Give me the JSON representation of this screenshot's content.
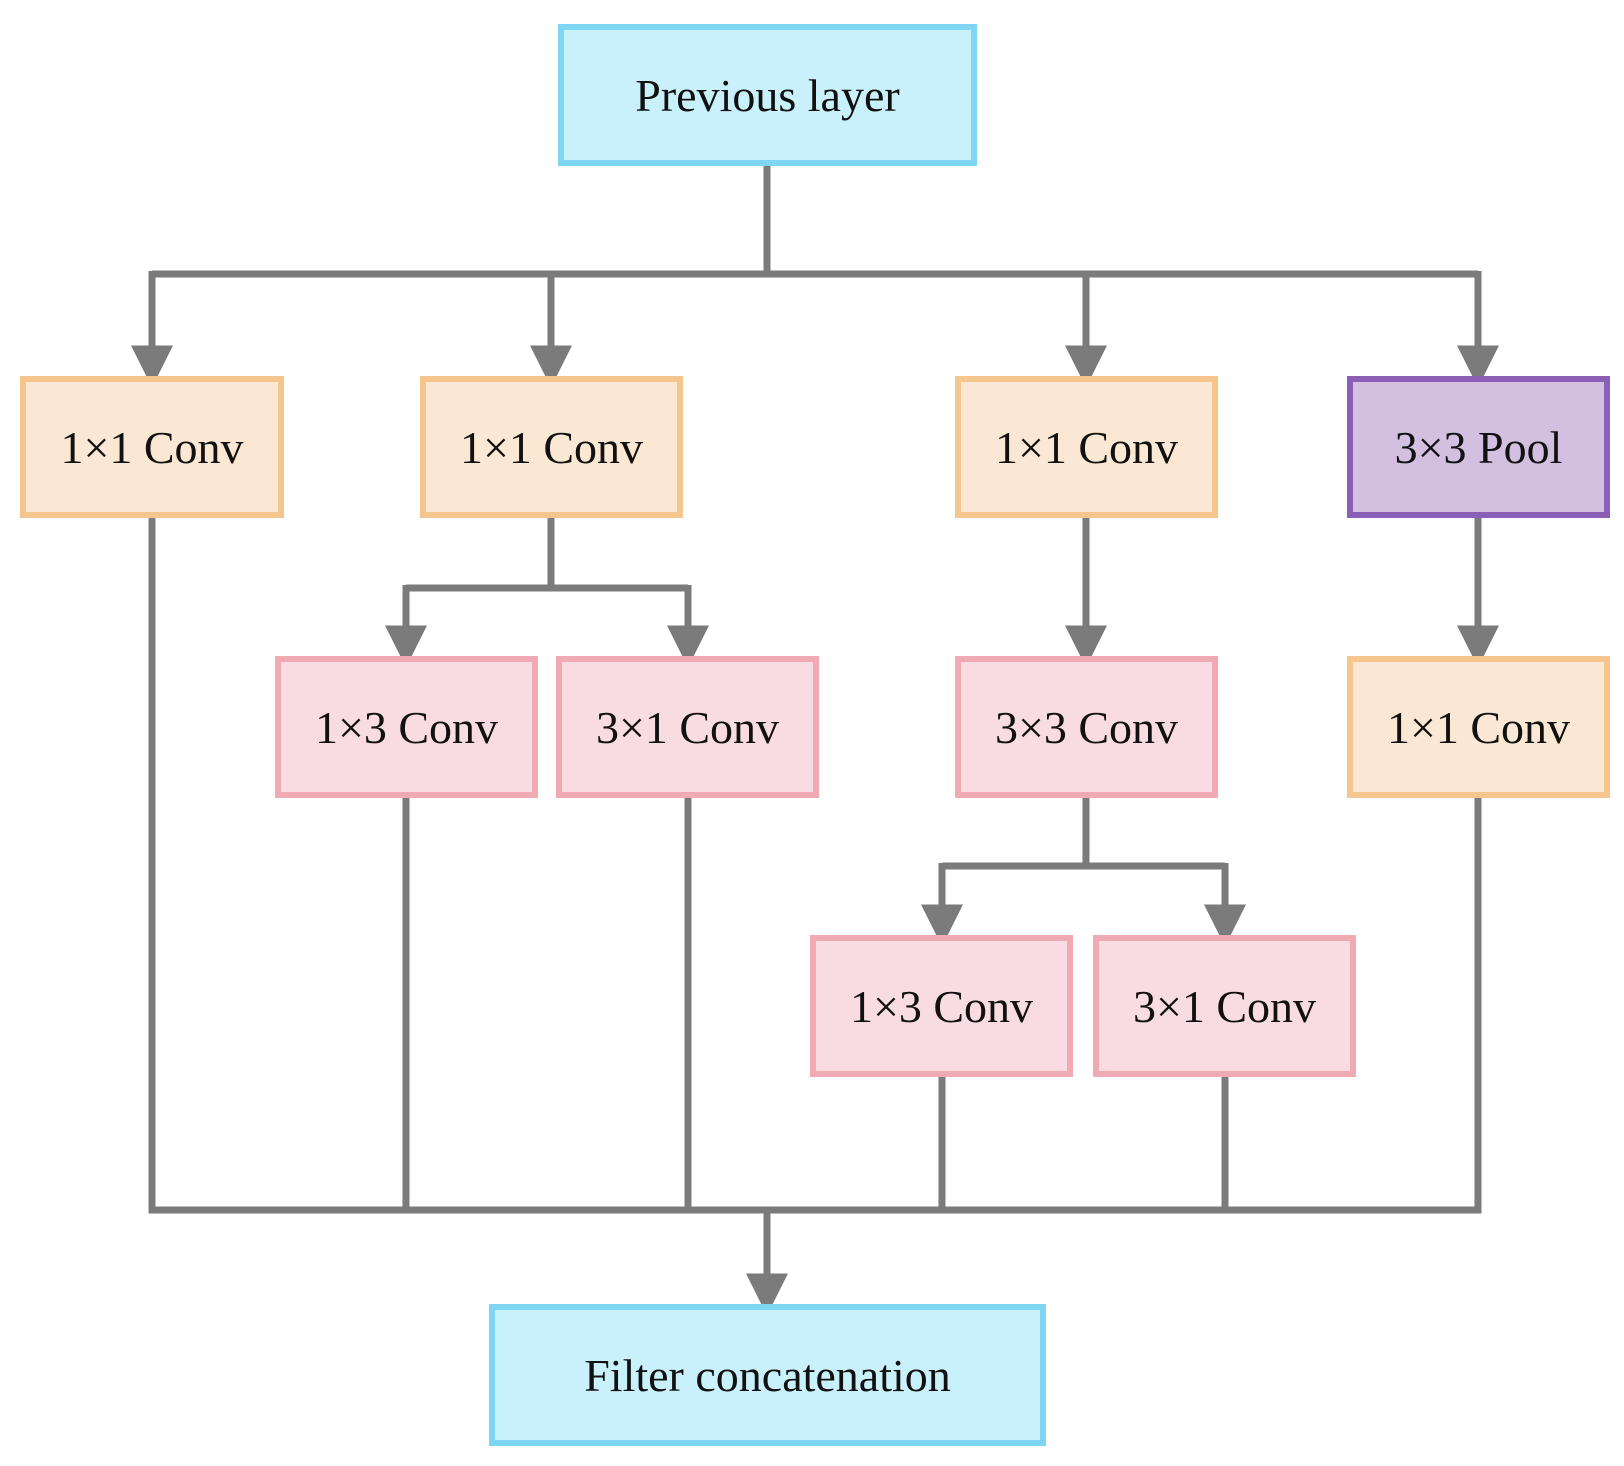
{
  "colors": {
    "io_fill": "#c9f1fb",
    "io_border": "#7fd6f2",
    "conv1x1_fill": "#fbe8d4",
    "conv1x1_border": "#f6c58d",
    "conv_fill": "#f8dce1",
    "conv_border": "#f0aab4",
    "pool_fill": "#d3bfe0",
    "pool_border": "#8b5fb5",
    "connector": "#7b7b7b"
  },
  "nodes": {
    "input": "Previous layer",
    "branch1_conv": "1×1 Conv",
    "branch2_conv": "1×1 Conv",
    "branch2_conv_1x3": "1×3 Conv",
    "branch2_conv_3x1": "3×1 Conv",
    "branch3_conv": "1×1 Conv",
    "branch3_conv_3x3": "3×3 Conv",
    "branch3_conv_1x3": "1×3 Conv",
    "branch3_conv_3x1": "3×1 Conv",
    "branch4_pool": "3×3 Pool",
    "branch4_conv": "1×1 Conv",
    "output": "Filter concatenation"
  }
}
